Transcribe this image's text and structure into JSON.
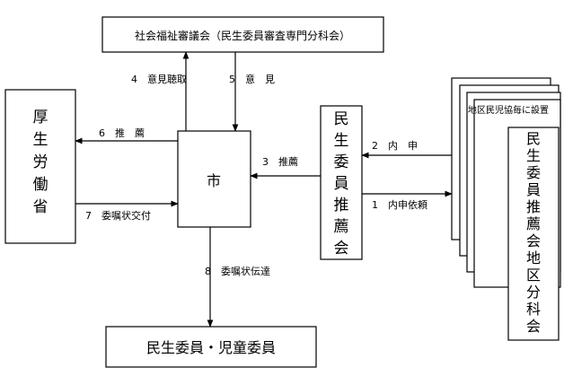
{
  "nodes": {
    "council": "社会福祉審議会（民生委員審査専門分科会）",
    "ministry": "厚生労働省",
    "city": "市",
    "committee": "民生委員推薦会",
    "district_note": "地区民児協毎に設置",
    "district_committee": "民生委員推薦会地区分科会",
    "commissioners": "民生委員・児童委員"
  },
  "edges": {
    "e1": "1　内申依頼",
    "e2": "2　内　申",
    "e3": "3　推薦",
    "e4": "4　意見聴取",
    "e5": "5　意　見",
    "e6": "6　推　薦",
    "e7": "7　委嘱状交付",
    "e8": "8　委嘱状伝達"
  }
}
